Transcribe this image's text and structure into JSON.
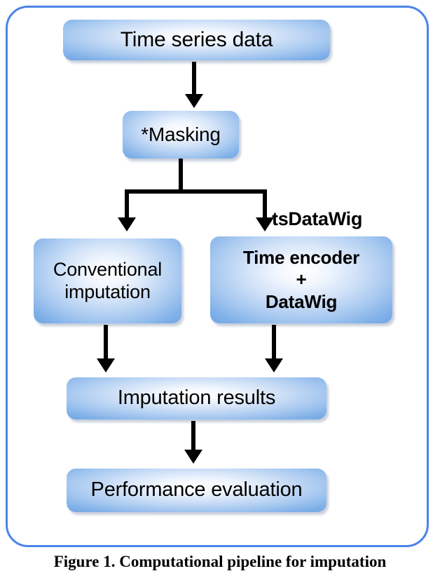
{
  "figure": {
    "caption": "Figure 1. Computational pipeline for imputation",
    "frame_color": "#4a84e8",
    "node_edge_color": "#6d9fe0",
    "node_center_color": "#ffffff",
    "connector_color": "#000000"
  },
  "nodes": {
    "time_series_data": "Time series data",
    "masking": "*Masking",
    "conventional_imputation": "Conventional\nimputation",
    "time_encoder_datawig": "Time encoder\n+\nDataWig",
    "imputation_results": "Imputation results",
    "performance_evaluation": "Performance evaluation"
  },
  "labels": {
    "tsdatawig": "tsDataWig"
  },
  "flow": {
    "type": "flowchart",
    "direction": "top-to-bottom",
    "edges": [
      {
        "from": "time_series_data",
        "to": "masking",
        "style": "arrow"
      },
      {
        "from": "masking",
        "to": "conventional_imputation",
        "style": "split-arrow"
      },
      {
        "from": "masking",
        "to": "time_encoder_datawig",
        "style": "split-arrow",
        "label": "tsDataWig"
      },
      {
        "from": "conventional_imputation",
        "to": "imputation_results",
        "style": "arrow"
      },
      {
        "from": "time_encoder_datawig",
        "to": "imputation_results",
        "style": "arrow"
      },
      {
        "from": "imputation_results",
        "to": "performance_evaluation",
        "style": "arrow"
      }
    ]
  }
}
